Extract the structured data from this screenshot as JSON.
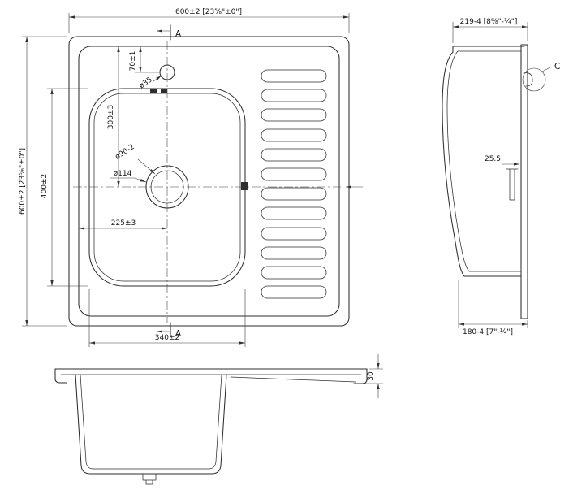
{
  "plan": {
    "dim_overall_width": "600±2 [23⅝\"±0\"]",
    "dim_overall_height": "600±2 [23⅝\"±0\"]",
    "dim_faucet_offset": "70±1",
    "dim_faucet_hole_dia": "ø35",
    "dim_drain_center_from_top": "300±3",
    "dim_bowl_length": "400±2",
    "dim_drain_hole_dia": "ø90-2",
    "dim_drain_flange_dia": "ø114",
    "dim_drain_center_from_left": "225±3",
    "dim_bowl_width": "340±2",
    "section_label_top": "A",
    "section_label_bottom": "A"
  },
  "side": {
    "dim_overall_depth": "219-4 [8⅝\"-¼\"]",
    "dim_clip_offset": "25.5",
    "detail_label": "C",
    "dim_bottom_depth": "180-4 [7\"-¼\"]"
  },
  "front": {
    "dim_edge_height": "30"
  }
}
